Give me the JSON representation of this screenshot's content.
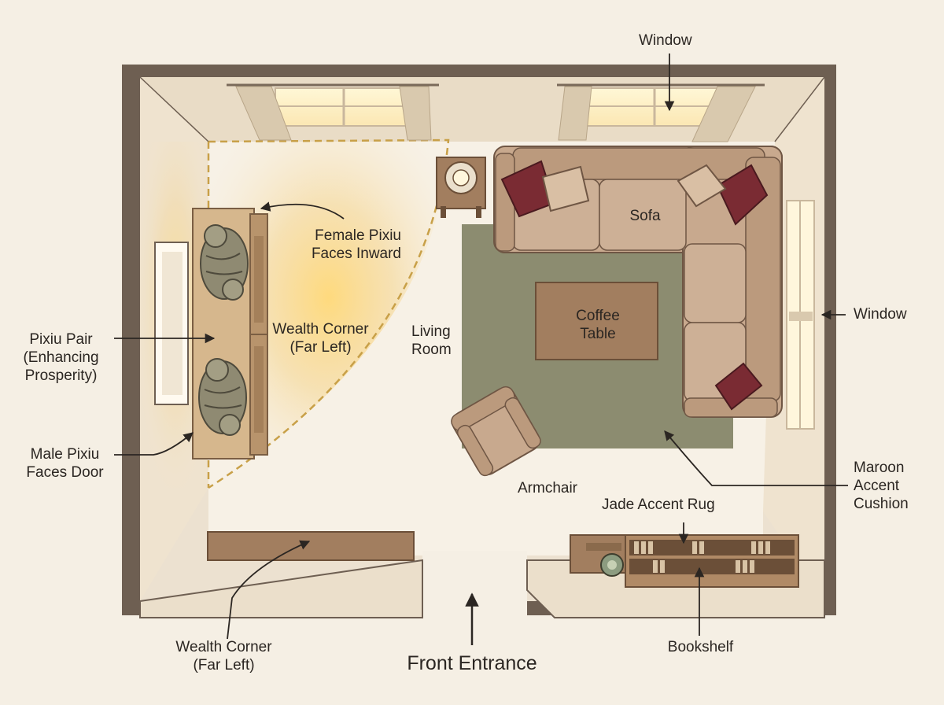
{
  "labels": {
    "window_top": "Window",
    "window_right": "Window",
    "female_pixiu": [
      "Female Pixiu",
      "Faces Inward"
    ],
    "wealth_corner_inner": [
      "Wealth Corner",
      "(Far Left)"
    ],
    "pixiu_pair": [
      "Pixiu Pair",
      "(Enhancing",
      "Prosperity)"
    ],
    "male_pixiu": [
      "Male Pixiu",
      "Faces Door"
    ],
    "living_room": [
      "Living",
      "Room"
    ],
    "sofa": "Sofa",
    "coffee_table": [
      "Coffee",
      "Table"
    ],
    "armchair": "Armchair",
    "jade_rug": "Jade Accent Rug",
    "maroon_cushion": [
      "Maroon",
      "Accent",
      "Cushion"
    ],
    "wealth_corner_bottom": [
      "Wealth Corner",
      "(Far Left)"
    ],
    "front_entrance": "Front Entrance",
    "bookshelf": "Bookshelf"
  },
  "colors": {
    "wall": "#6e5f52",
    "floor": "#f7f1e6",
    "rug": "#8c8c70",
    "sofa": "#c8a98e",
    "wood": "#a27e5f",
    "maroon": "#7a2b33",
    "glow": "#f6c55a",
    "dashed": "#c8a048"
  }
}
